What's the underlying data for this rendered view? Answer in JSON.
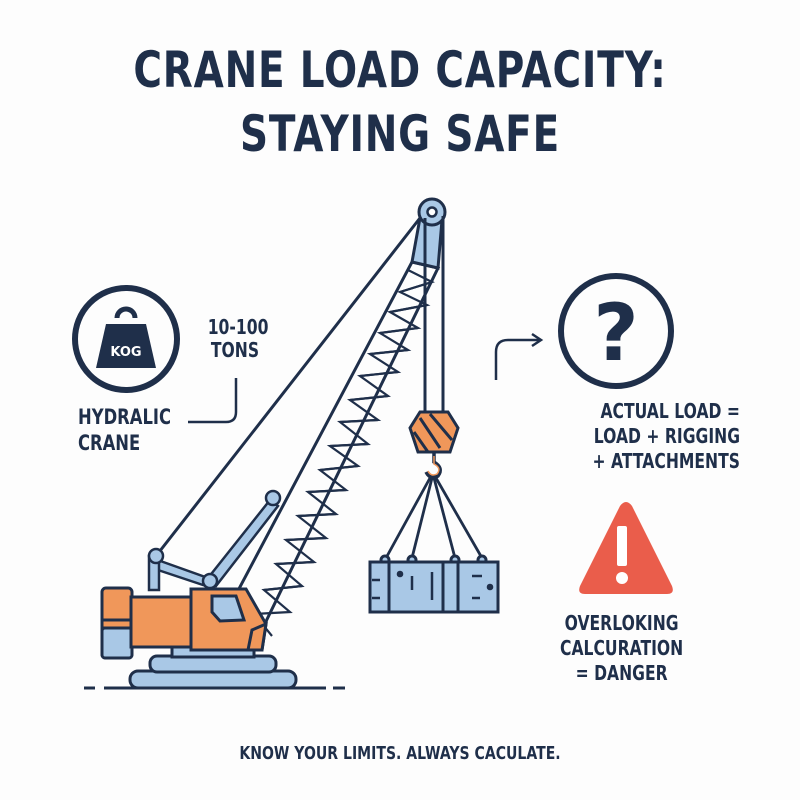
{
  "title": {
    "line1": "CRANE LOAD CAPACITY:",
    "line2": "STAYING SAFE"
  },
  "left_panel": {
    "icon": "weight-icon",
    "weight_label": "KOG",
    "capacity": {
      "line1": "10-100",
      "line2": "TONS"
    },
    "crane_type": {
      "line1": "HYDRALIC",
      "line2": "CRANE"
    }
  },
  "right_panel": {
    "question_icon": "question-circle-icon",
    "question_glyph": "?",
    "arrow_icon": "arrow-right-icon",
    "actual_load": {
      "line1": "ACTUAL LOAD =",
      "line2": "LOAD + RIGGING",
      "line3": "+ ATTACHMENTS"
    },
    "warning_icon": "warning-triangle-icon",
    "warning_glyph": "!",
    "warning": {
      "line1": "OVERLOKING",
      "line2": "CALCURATION",
      "line3": "= DANGER"
    }
  },
  "illustration": {
    "subject": "crawler-crane-lifting-load",
    "hook_icon": "crane-hook-icon",
    "load_icon": "container-load-icon"
  },
  "footer": {
    "text": "KNOW YOUR LIMITS. ALWAYS CACULATE."
  },
  "colors": {
    "navy": "#1f2f4a",
    "orange": "#f0975a",
    "light_blue": "#a9c8e6",
    "red": "#ea5d4b",
    "background": "#fdfdfd"
  }
}
